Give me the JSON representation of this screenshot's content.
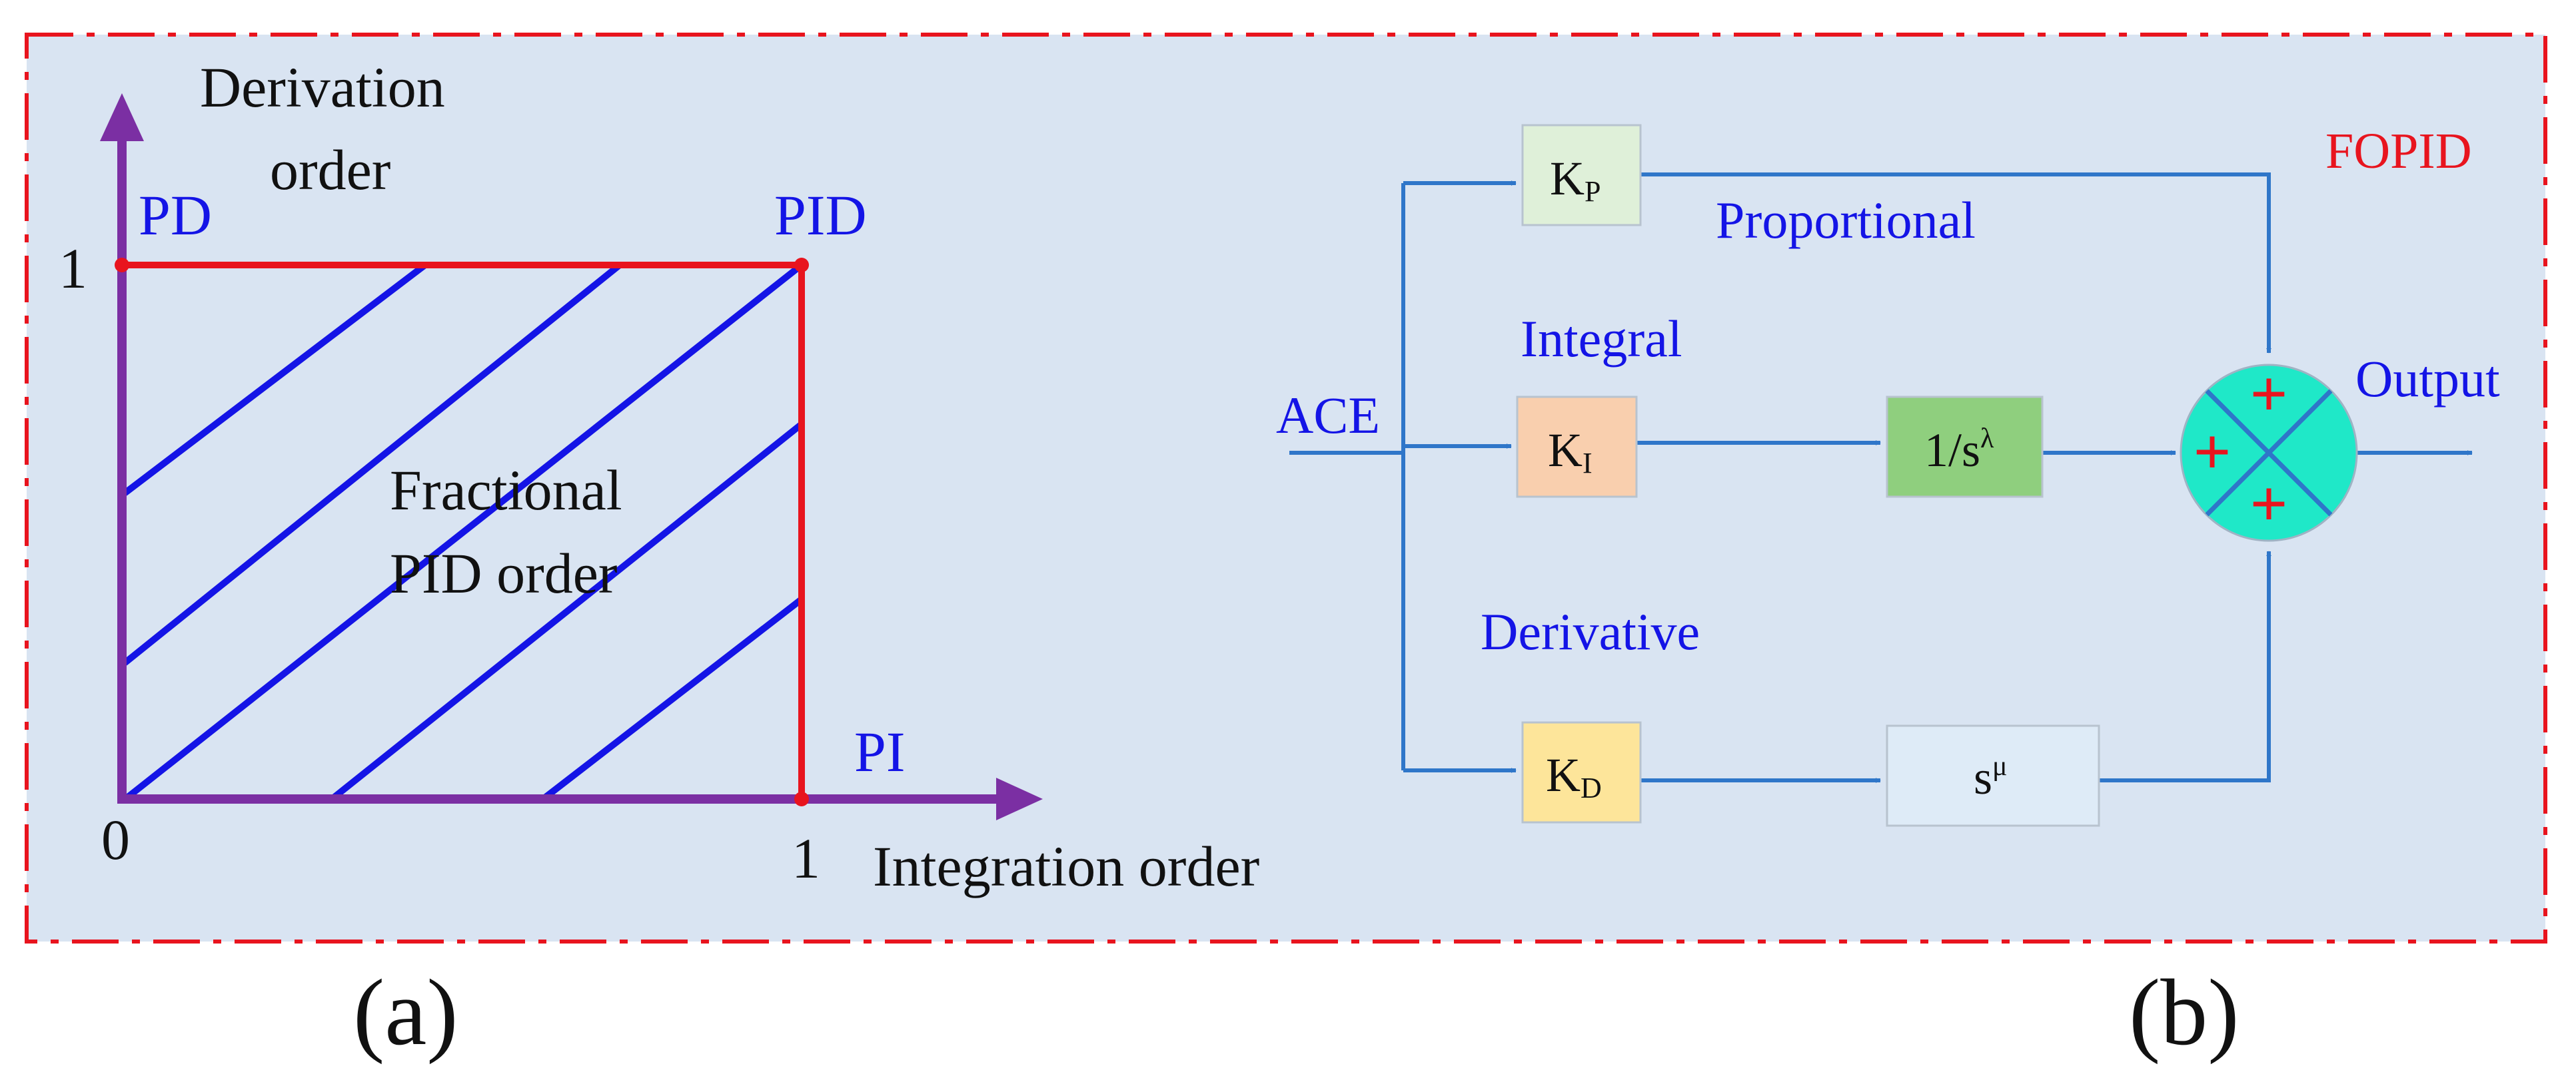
{
  "panel_a": {
    "y_axis_label_line1": "Derivation",
    "y_axis_label_line2": "order",
    "x_axis_label": "Integration order",
    "corner_pd": "PD",
    "corner_pid": "PID",
    "corner_pi": "PI",
    "tick_y_one": "1",
    "tick_origin": "0",
    "tick_x_one": "1",
    "region_label_line1": "Fractional",
    "region_label_line2": "PID order",
    "caption": "(a)"
  },
  "panel_b": {
    "title": "FOPID",
    "input_label": "ACE",
    "output_label": "Output",
    "branch_proportional": "Proportional",
    "branch_integral": "Integral",
    "branch_derivative": "Derivative",
    "kp_main": "K",
    "kp_sub": "P",
    "ki_main": "K",
    "ki_sub": "I",
    "kd_main": "K",
    "kd_sub": "D",
    "integrator_main": "1/s",
    "integrator_exp": "λ",
    "differentiator_main": "s",
    "differentiator_exp": "μ",
    "sum_sign": "+",
    "caption": "(b)"
  },
  "colors": {
    "frame_border": "#e8141e",
    "background": "#d9e4f2",
    "axis": "#7b2fa3",
    "boundary": "#e8141e",
    "hatch": "#1414e6",
    "arrows": "#2f76c9",
    "kp_fill": "#dff0d9",
    "ki_fill": "#f9cfae",
    "kd_fill": "#fde59a",
    "integrator_fill": "#8fcf7e",
    "differentiator_fill": "#deebf7",
    "summer_fill": "#1fe8c8"
  }
}
